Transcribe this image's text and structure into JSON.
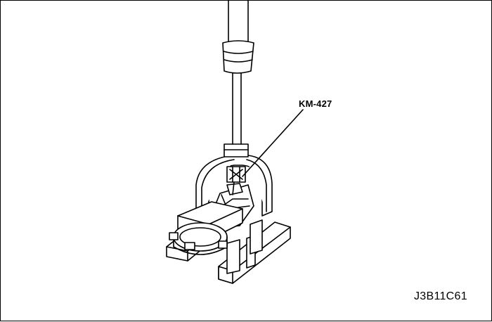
{
  "figure": {
    "callout_label": "KM-427",
    "figure_id": "J3B11C61"
  },
  "icons": [
    "press-ram",
    "km-427-tool",
    "piston-ring-holder",
    "fixture-base"
  ],
  "colors": {
    "line": "#000000",
    "background": "#ffffff"
  }
}
